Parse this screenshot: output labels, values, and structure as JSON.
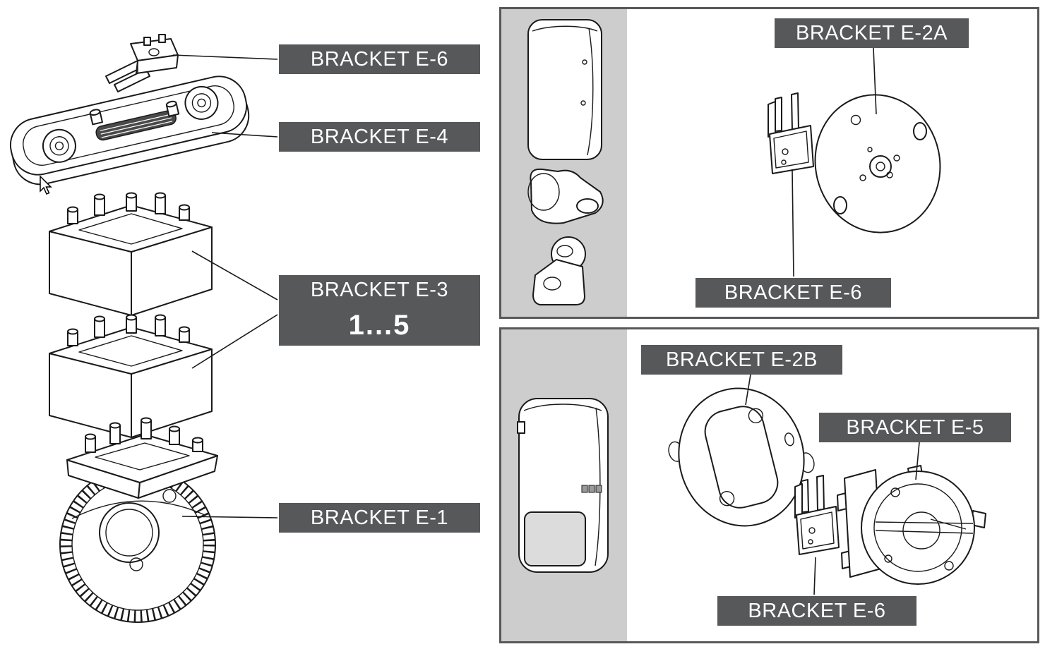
{
  "figure": {
    "left": {
      "labels": {
        "e6": "BRACKET E-6",
        "e4": "BRACKET E-4",
        "e3": "BRACKET E-3",
        "e3_qty": "1...5",
        "e1": "BRACKET E-1"
      }
    },
    "top_panel": {
      "labels": {
        "e2a": "BRACKET E-2A",
        "e6": "BRACKET E-6"
      }
    },
    "bottom_panel": {
      "labels": {
        "e2b": "BRACKET E-2B",
        "e5": "BRACKET E-5",
        "e6": "BRACKET E-6"
      }
    },
    "colors": {
      "label_bg": "#57585a",
      "label_text": "#ffffff",
      "panel_border": "#57585a",
      "band_gray": "#cdcdcd",
      "line": "#1a1a1a"
    }
  }
}
